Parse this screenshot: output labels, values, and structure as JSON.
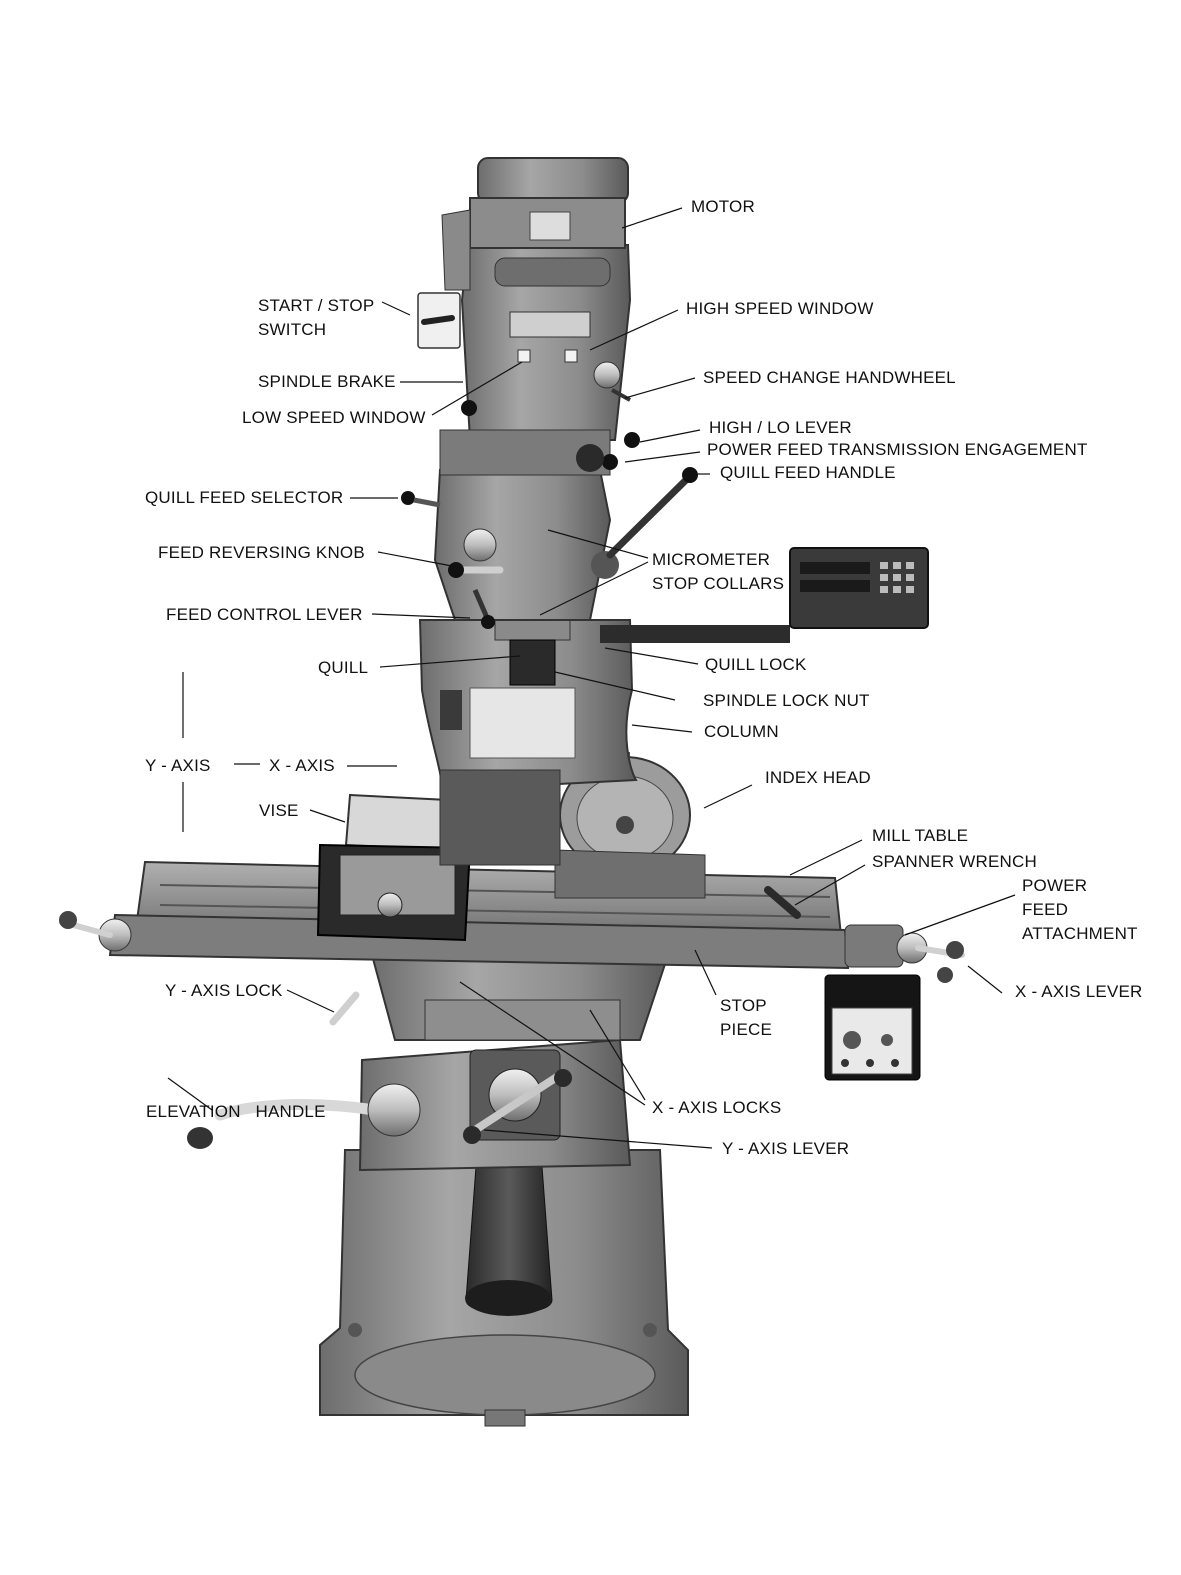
{
  "labels": {
    "motor": [
      "MOTOR"
    ],
    "start_stop_switch": [
      "START / STOP",
      "SWITCH"
    ],
    "high_speed_window": [
      "HIGH SPEED WINDOW"
    ],
    "spindle_brake": [
      "SPINDLE BRAKE"
    ],
    "speed_change_handwheel": [
      "SPEED CHANGE HANDWHEEL"
    ],
    "low_speed_window": [
      "LOW SPEED WINDOW"
    ],
    "high_lo_lever": [
      "HIGH / LO LEVER"
    ],
    "power_feed_transmission_engagement": [
      "POWER FEED TRANSMISSION ENGAGEMENT"
    ],
    "quill_feed_handle": [
      "QUILL FEED HANDLE"
    ],
    "quill_feed_selector": [
      "QUILL FEED SELECTOR"
    ],
    "feed_reversing_knob": [
      "FEED REVERSING KNOB"
    ],
    "micrometer_stop_collars": [
      "MICROMETER",
      "STOP COLLARS"
    ],
    "feed_control_lever": [
      "FEED CONTROL LEVER"
    ],
    "quill_lock": [
      "QUILL LOCK"
    ],
    "quill": [
      "QUILL"
    ],
    "spindle_lock_nut": [
      "SPINDLE LOCK NUT"
    ],
    "column": [
      "COLUMN"
    ],
    "y_axis": [
      "Y - AXIS"
    ],
    "x_axis": [
      "X - AXIS"
    ],
    "index_head": [
      "INDEX HEAD"
    ],
    "vise": [
      "VISE"
    ],
    "mill_table": [
      "MILL TABLE"
    ],
    "spanner_wrench": [
      "SPANNER WRENCH"
    ],
    "power_feed_attachment": [
      "POWER",
      "FEED",
      "ATTACHMENT"
    ],
    "y_axis_lock": [
      "Y - AXIS LOCK"
    ],
    "x_axis_lever": [
      "X - AXIS LEVER"
    ],
    "stop_piece": [
      "STOP",
      "PIECE"
    ],
    "elevation_handle": [
      "ELEVATION   HANDLE"
    ],
    "x_axis_locks": [
      "X - AXIS LOCKS"
    ],
    "y_axis_lever": [
      "Y - AXIS LEVER"
    ]
  },
  "colors": {
    "metal_light": "#9a9a9a",
    "metal_mid": "#7c7c7c",
    "metal_dark": "#4a4a4a",
    "black": "#161616",
    "chrome": "#d6d6d6"
  }
}
